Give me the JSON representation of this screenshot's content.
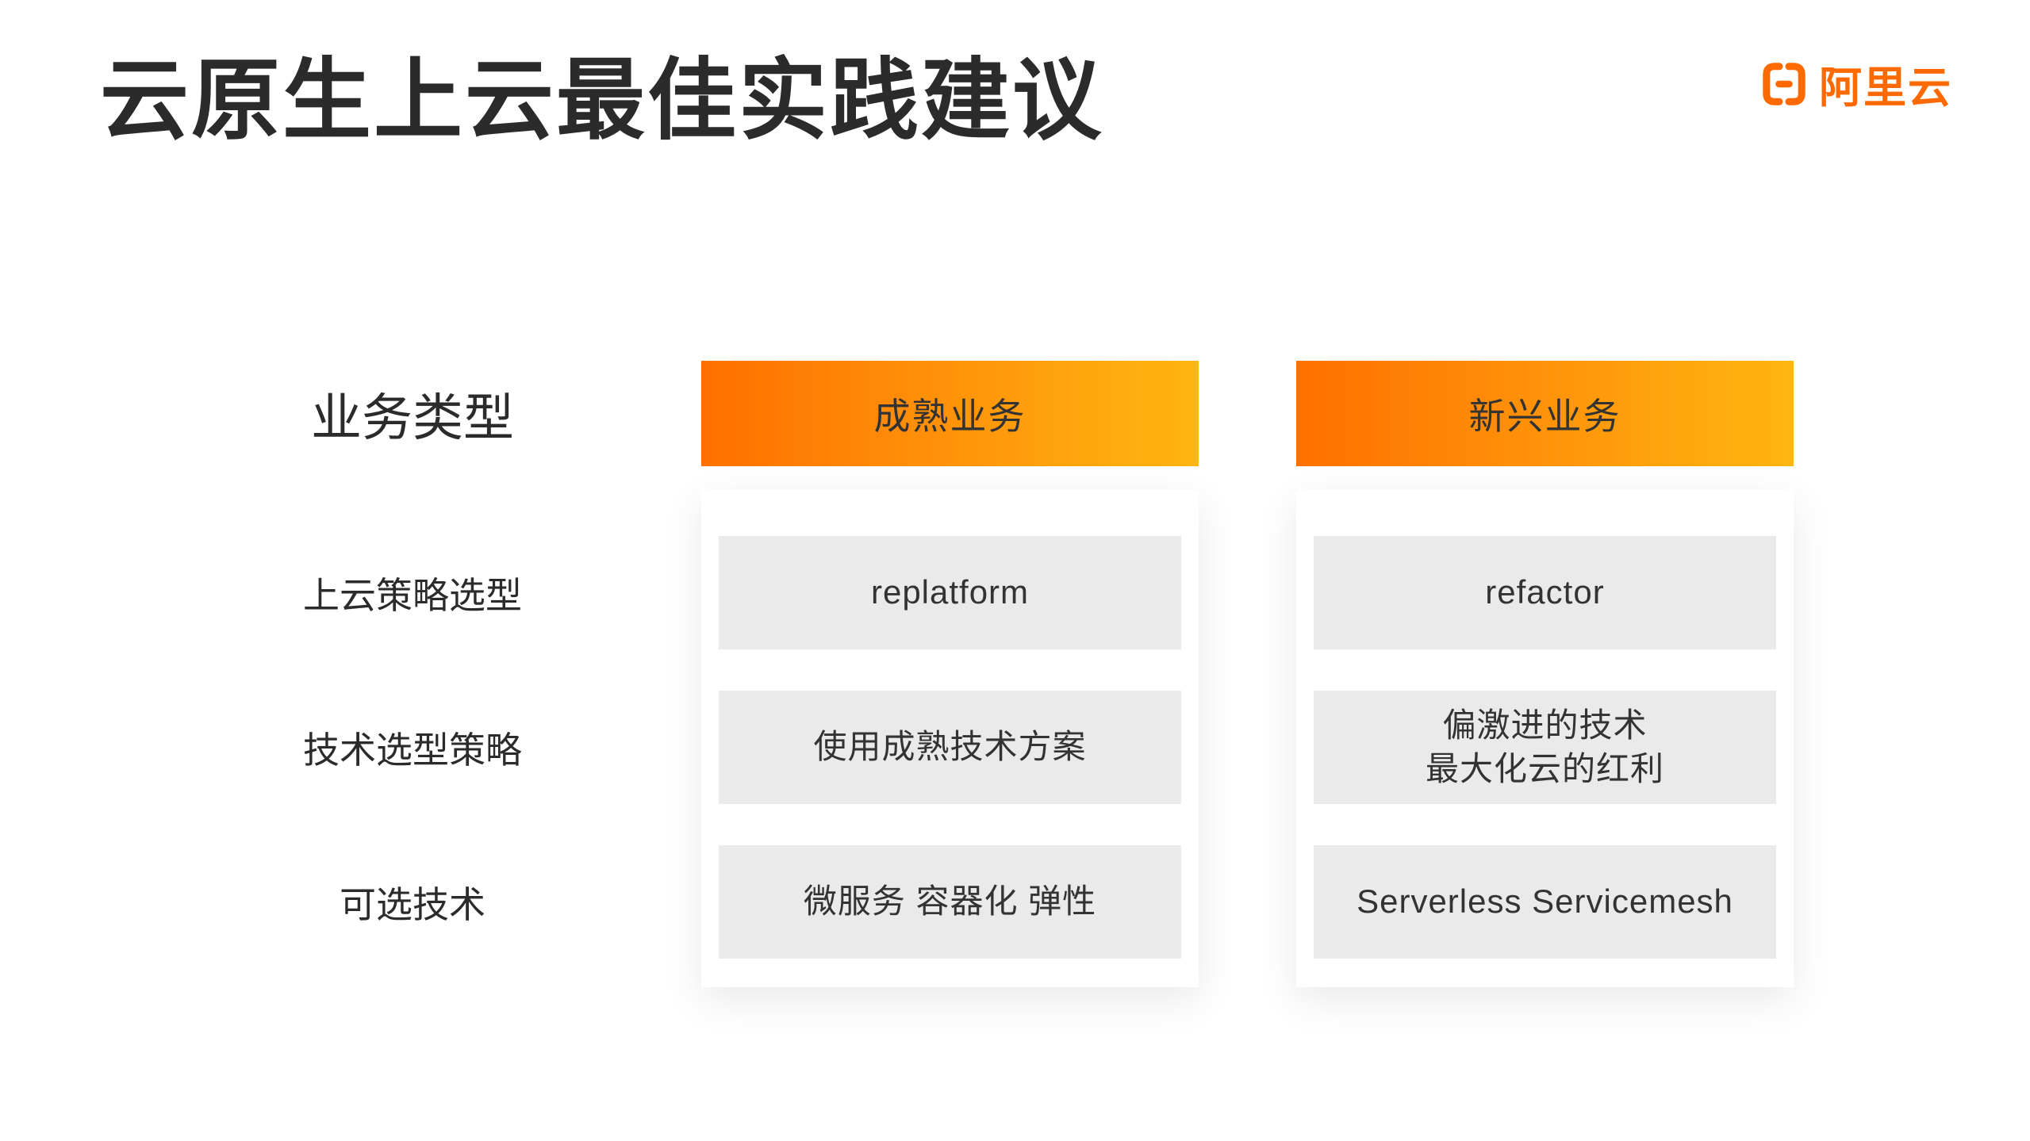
{
  "page": {
    "title": "云原生上云最佳实践建议",
    "background": "#FFFFFF"
  },
  "logo": {
    "brand": "阿里云",
    "icon": "alibaba-cloud-bracket-icon",
    "color": "#FF6A00"
  },
  "colors": {
    "header_gradient_start": "#FF7000",
    "header_gradient_end": "#FFB612",
    "cell_background": "#EAEAEA",
    "text_dark": "#2B2B2B"
  },
  "matrix": {
    "row_axis_label": "业务类型",
    "row_labels": [
      "上云策略选型",
      "技术选型策略",
      "可选技术"
    ],
    "columns": [
      {
        "header": "成熟业务",
        "cells": [
          "replatform",
          "使用成熟技术方案",
          "微服务 容器化 弹性"
        ]
      },
      {
        "header": "新兴业务",
        "cells": [
          "refactor",
          "偏激进的技术\n最大化云的红利",
          "Serverless Servicemesh"
        ]
      }
    ]
  }
}
